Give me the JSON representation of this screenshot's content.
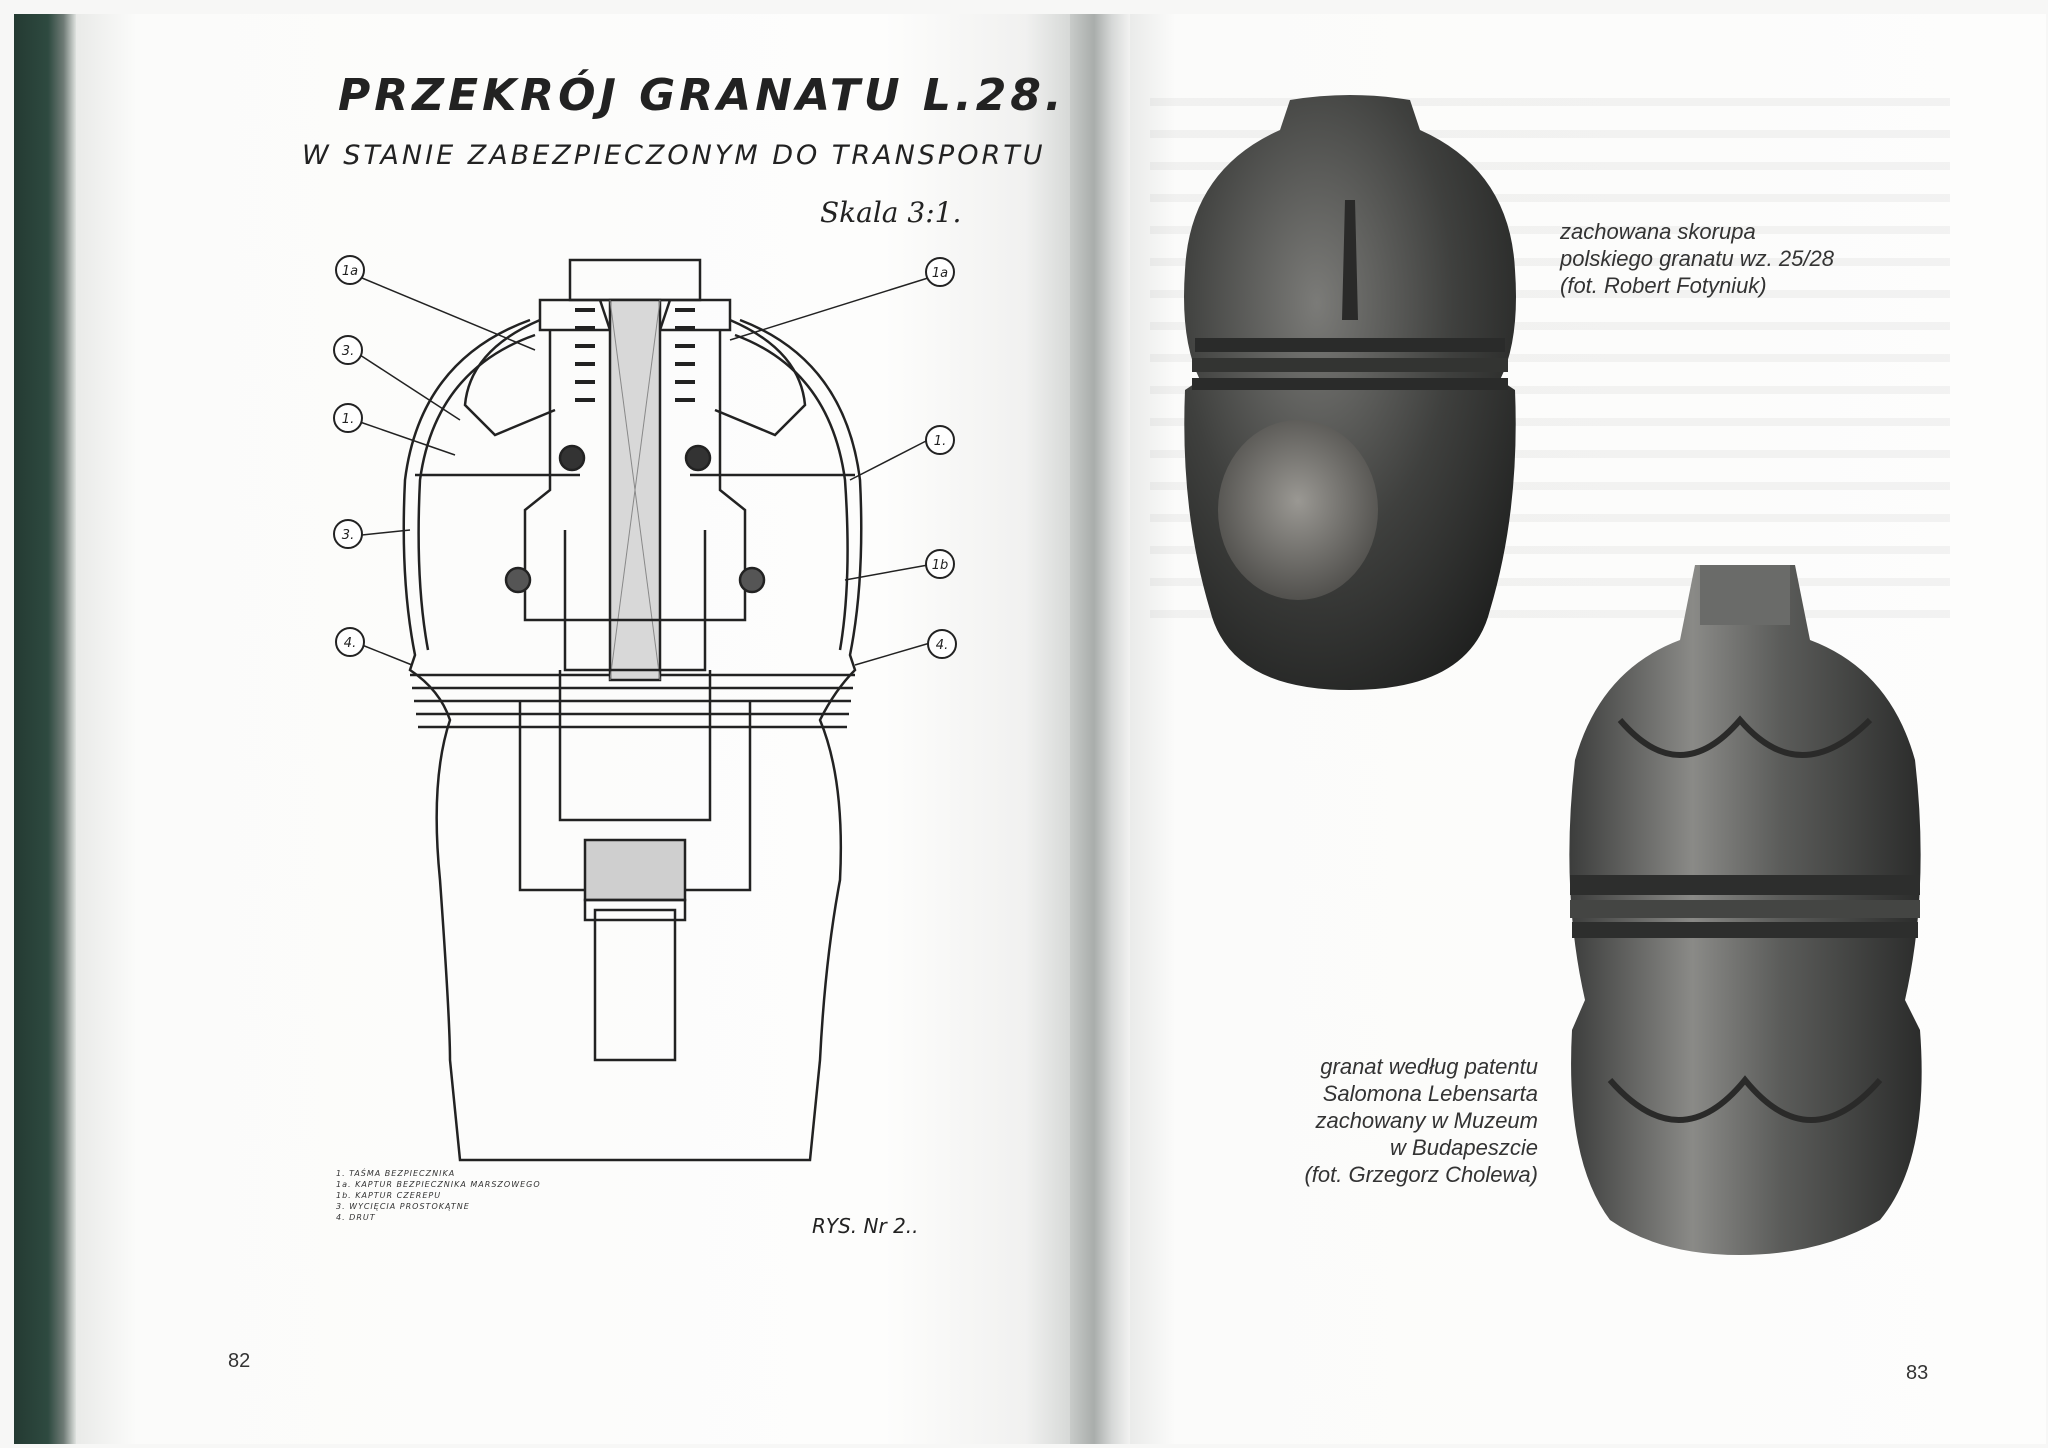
{
  "left_page": {
    "drawing_title": "PRZEKRÓJ GRANATU L.28.",
    "drawing_subtitle": "W STANIE ZABEZPIECZONYM DO TRANSPORTU",
    "scale": "Skala 3:1.",
    "callouts": [
      "1a",
      "3.",
      "1.",
      "3.",
      "4.",
      "1a",
      "1.",
      "1b",
      "4."
    ],
    "legend": [
      "1. TAŚMA BEZPIECZNIKA",
      "1a. KAPTUR BEZPIECZNIKA MARSZOWEGO",
      "1b. KAPTUR CZEREPU",
      "3. WYCIĘCIA PROSTOKĄTNE",
      "4. DRUT"
    ],
    "figure_label": "RYS. Nr 2..",
    "page_number": "82"
  },
  "right_page": {
    "caption_top": [
      "zachowana skorupa",
      "polskiego granatu wz. 25/28",
      "(fot. Robert Fotyniuk)"
    ],
    "caption_bottom": [
      "granat według patentu",
      "Salomona Lebensarta",
      "zachowany w Muzeum",
      "w Budapeszcie",
      "(fot. Grzegorz Cholewa)"
    ],
    "page_number": "83"
  }
}
